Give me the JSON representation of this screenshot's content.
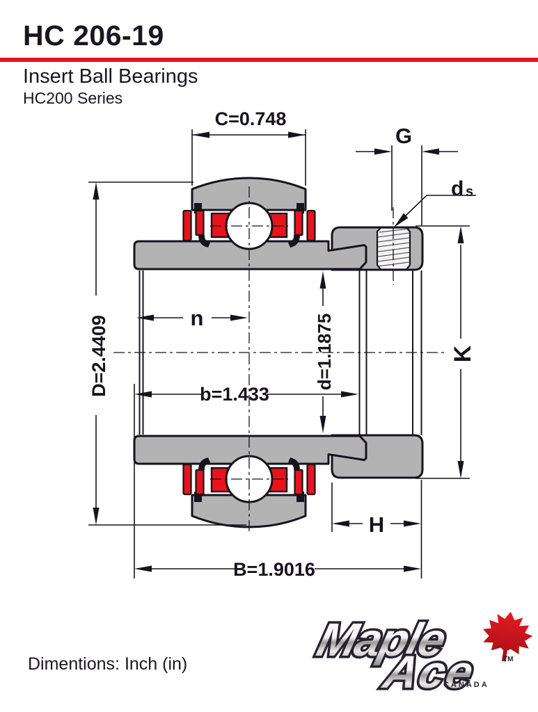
{
  "header": {
    "title": "HC 206-19",
    "subtitle": "Insert Ball Bearings",
    "series": "HC200 Series",
    "divider_color": "#e8141c"
  },
  "drawing": {
    "labels": {
      "C": "C=0.748",
      "G": "G",
      "ds_main": "d",
      "ds_sub": "s",
      "D": "D=2.4409",
      "n": "n",
      "d": "d=1.1875",
      "b": "b=1.433",
      "K": "K",
      "H": "H",
      "B": "B=1.9016"
    },
    "colors": {
      "part_gray": "#b3b3b3",
      "seal_red": "#e8141c",
      "outline": "#17131c"
    }
  },
  "footer": {
    "note": "Dimentions: Inch (in)"
  },
  "logo": {
    "word1": "Maple",
    "word2": "Ace",
    "trademark": "TM",
    "country": "CANADA",
    "leaf_color": "#d31420"
  }
}
